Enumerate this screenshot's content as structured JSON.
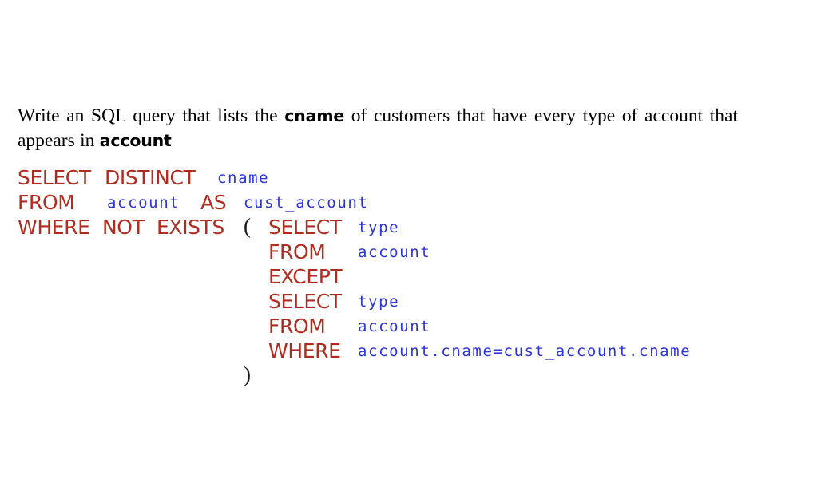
{
  "slide": {
    "background_color": "#ffffff",
    "prompt": {
      "segments": [
        {
          "text": "Write an SQL query that lists the ",
          "style": "serif"
        },
        {
          "text": "cname",
          "style": "tt"
        },
        {
          "text": " of customers that have every type of account that appears in ",
          "style": "serif"
        },
        {
          "text": "account",
          "style": "tt"
        }
      ],
      "part1": "Write an SQL query that lists the",
      "tt1": "cname",
      "part2": "of customers that have every type of account that appears in",
      "tt2": "account"
    },
    "colors": {
      "keyword": "#b02c20",
      "identifier": "#2b35d4",
      "punctuation": "#1a1a1a",
      "text": "#000000"
    },
    "code": {
      "language": "sql",
      "lines": [
        {
          "tokens": [
            {
              "text": "SELECT",
              "type": "keyword"
            },
            {
              "text": "DISTINCT",
              "type": "keyword"
            },
            {
              "text": "cname",
              "type": "identifier"
            }
          ]
        },
        {
          "tokens": [
            {
              "text": "FROM",
              "type": "keyword"
            },
            {
              "text": "account",
              "type": "identifier"
            },
            {
              "text": "AS",
              "type": "keyword"
            },
            {
              "text": "cust_account",
              "type": "identifier"
            }
          ]
        },
        {
          "tokens": [
            {
              "text": "WHERE",
              "type": "keyword"
            },
            {
              "text": "NOT",
              "type": "keyword"
            },
            {
              "text": "EXISTS",
              "type": "keyword"
            },
            {
              "text": "(",
              "type": "punctuation"
            },
            {
              "text": "SELECT",
              "type": "keyword"
            },
            {
              "text": "type",
              "type": "identifier"
            }
          ]
        },
        {
          "tokens": [
            {
              "text": "FROM",
              "type": "keyword"
            },
            {
              "text": "account",
              "type": "identifier"
            }
          ]
        },
        {
          "tokens": [
            {
              "text": "EXCEPT",
              "type": "keyword"
            }
          ]
        },
        {
          "tokens": [
            {
              "text": "SELECT",
              "type": "keyword"
            },
            {
              "text": "type",
              "type": "identifier"
            }
          ]
        },
        {
          "tokens": [
            {
              "text": "FROM",
              "type": "keyword"
            },
            {
              "text": "account",
              "type": "identifier"
            }
          ]
        },
        {
          "tokens": [
            {
              "text": "WHERE",
              "type": "keyword"
            },
            {
              "text": "account.cname=cust_account.cname",
              "type": "identifier"
            }
          ]
        },
        {
          "tokens": [
            {
              "text": ")",
              "type": "punctuation"
            }
          ]
        }
      ],
      "l1_select": "SELECT",
      "l1_distinct": "DISTINCT",
      "l1_cname": "cname",
      "l2_from": "FROM",
      "l2_account": "account",
      "l2_as": "AS",
      "l2_cust_account": "cust_account",
      "l3_where": "WHERE",
      "l3_not": "NOT",
      "l3_exists": "EXISTS",
      "l3_open_paren": "(",
      "l3_select": "SELECT",
      "l3_type": "type",
      "l4_from": "FROM",
      "l4_account": "account",
      "l5_except": "EXCEPT",
      "l6_select": "SELECT",
      "l6_type": "type",
      "l7_from": "FROM",
      "l7_account": "account",
      "l8_where": "WHERE",
      "l8_condition": "account.cname=cust_account.cname",
      "l9_close_paren": ")"
    }
  }
}
